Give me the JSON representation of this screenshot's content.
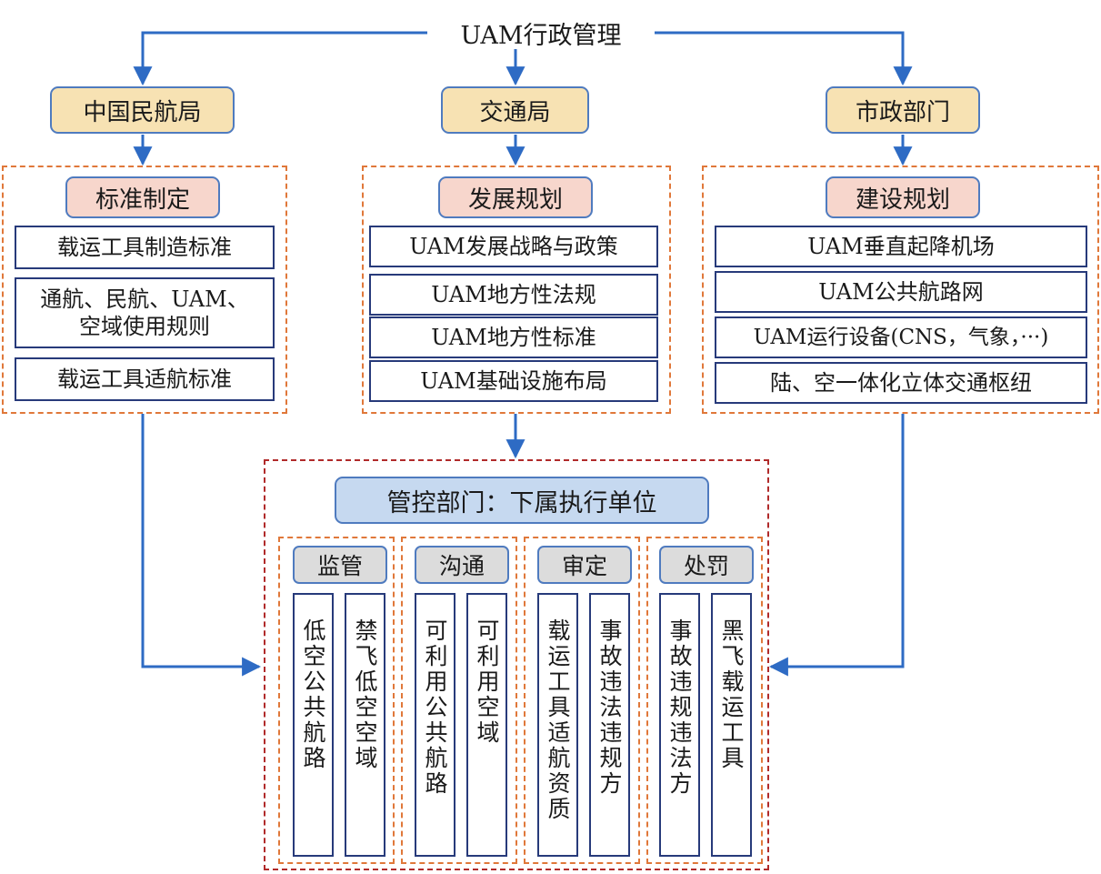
{
  "title": "UAM行政管理",
  "agencies": [
    {
      "name": "中国民航局",
      "function": "标准制定",
      "items": [
        "载运工具制造标准",
        "通航、民航、UAM、",
        "空域使用规则",
        "载运工具适航标准"
      ]
    },
    {
      "name": "交通局",
      "function": "发展规划",
      "items": [
        "UAM发展战略与政策",
        "UAM地方性法规",
        "UAM地方性标准",
        "UAM基础设施布局"
      ]
    },
    {
      "name": "市政部门",
      "function": "建设规划",
      "items": [
        "UAM垂直起降机场",
        "UAM公共航路网",
        "UAM运行设备(CNS，气象，···)",
        "陆、空一体化立体交通枢纽"
      ]
    }
  ],
  "control": {
    "title": "管控部门：下属执行单位",
    "groups": [
      {
        "name": "监管",
        "items": [
          "低空公共航路",
          "禁飞低空空域"
        ]
      },
      {
        "name": "沟通",
        "items": [
          "可利用公共航路",
          "可利用空域"
        ]
      },
      {
        "name": "审定",
        "items": [
          "载运工具适航资质",
          "事故违法违规方"
        ]
      },
      {
        "name": "处罚",
        "items": [
          "事故违规违法方",
          "黑飞载运工具"
        ]
      }
    ]
  },
  "colors": {
    "connector": "#2e6bc4",
    "agency_fill": "#f7e2b3",
    "function_fill": "#f7d6cc",
    "control_fill": "#c6d9f0",
    "group_fill": "#dcdcdc",
    "dashed_orange": "#e0783a",
    "dashed_red": "#b02a2a"
  }
}
